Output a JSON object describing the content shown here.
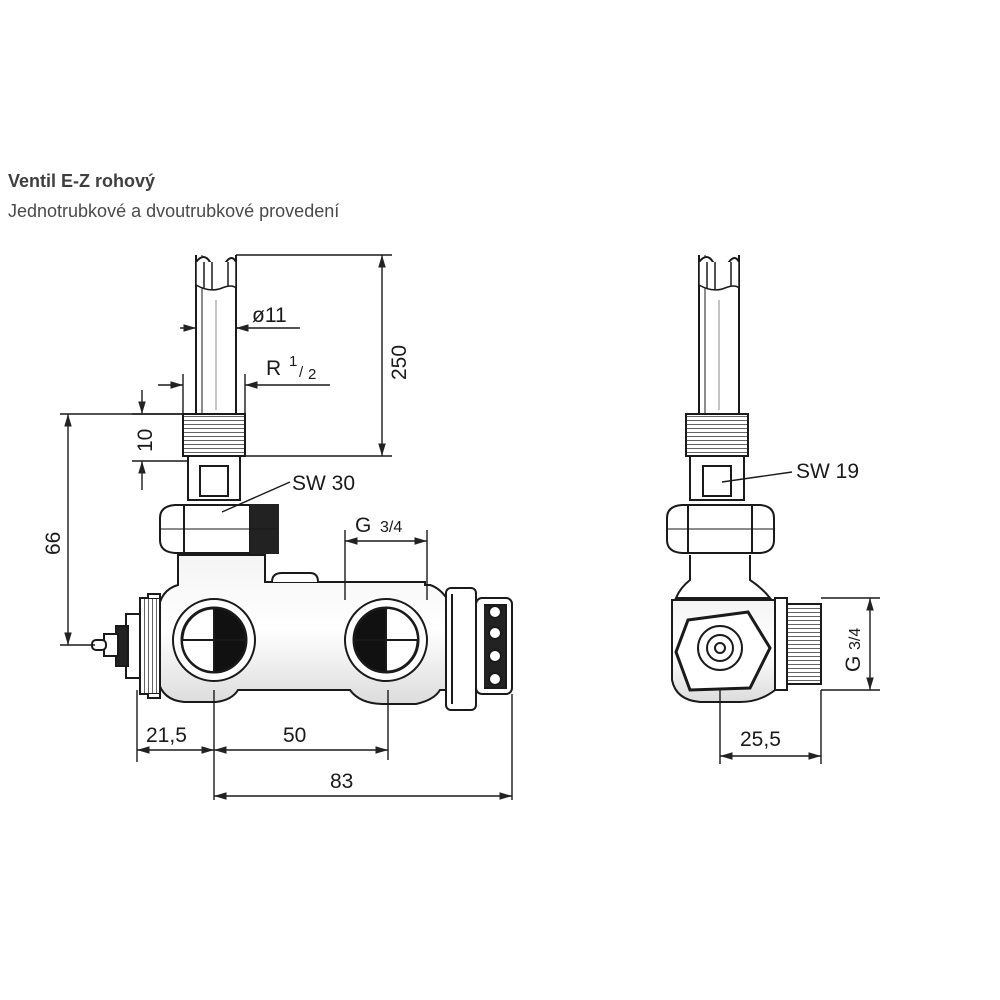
{
  "header": {
    "title": "Ventil E-Z rohový",
    "subtitle": "Jednotrubkové a dvoutrubkové provedení"
  },
  "front_view": {
    "dimensions": {
      "pipe_diameter": "ø11",
      "thread_main": "R",
      "thread_fraction_num": "1",
      "thread_fraction_den": "2",
      "pipe_length": "250",
      "thread_length": "10",
      "height": "66",
      "nut_size": "SW 30",
      "outlet_thread_main": "G",
      "outlet_thread_fraction": "3/4",
      "offset_left": "21,5",
      "spacing": "50",
      "total_width": "83"
    }
  },
  "side_view": {
    "dimensions": {
      "nut_size": "SW 19",
      "outlet_thread_main": "G",
      "outlet_thread_fraction": "3/4",
      "depth": "25,5"
    }
  }
}
